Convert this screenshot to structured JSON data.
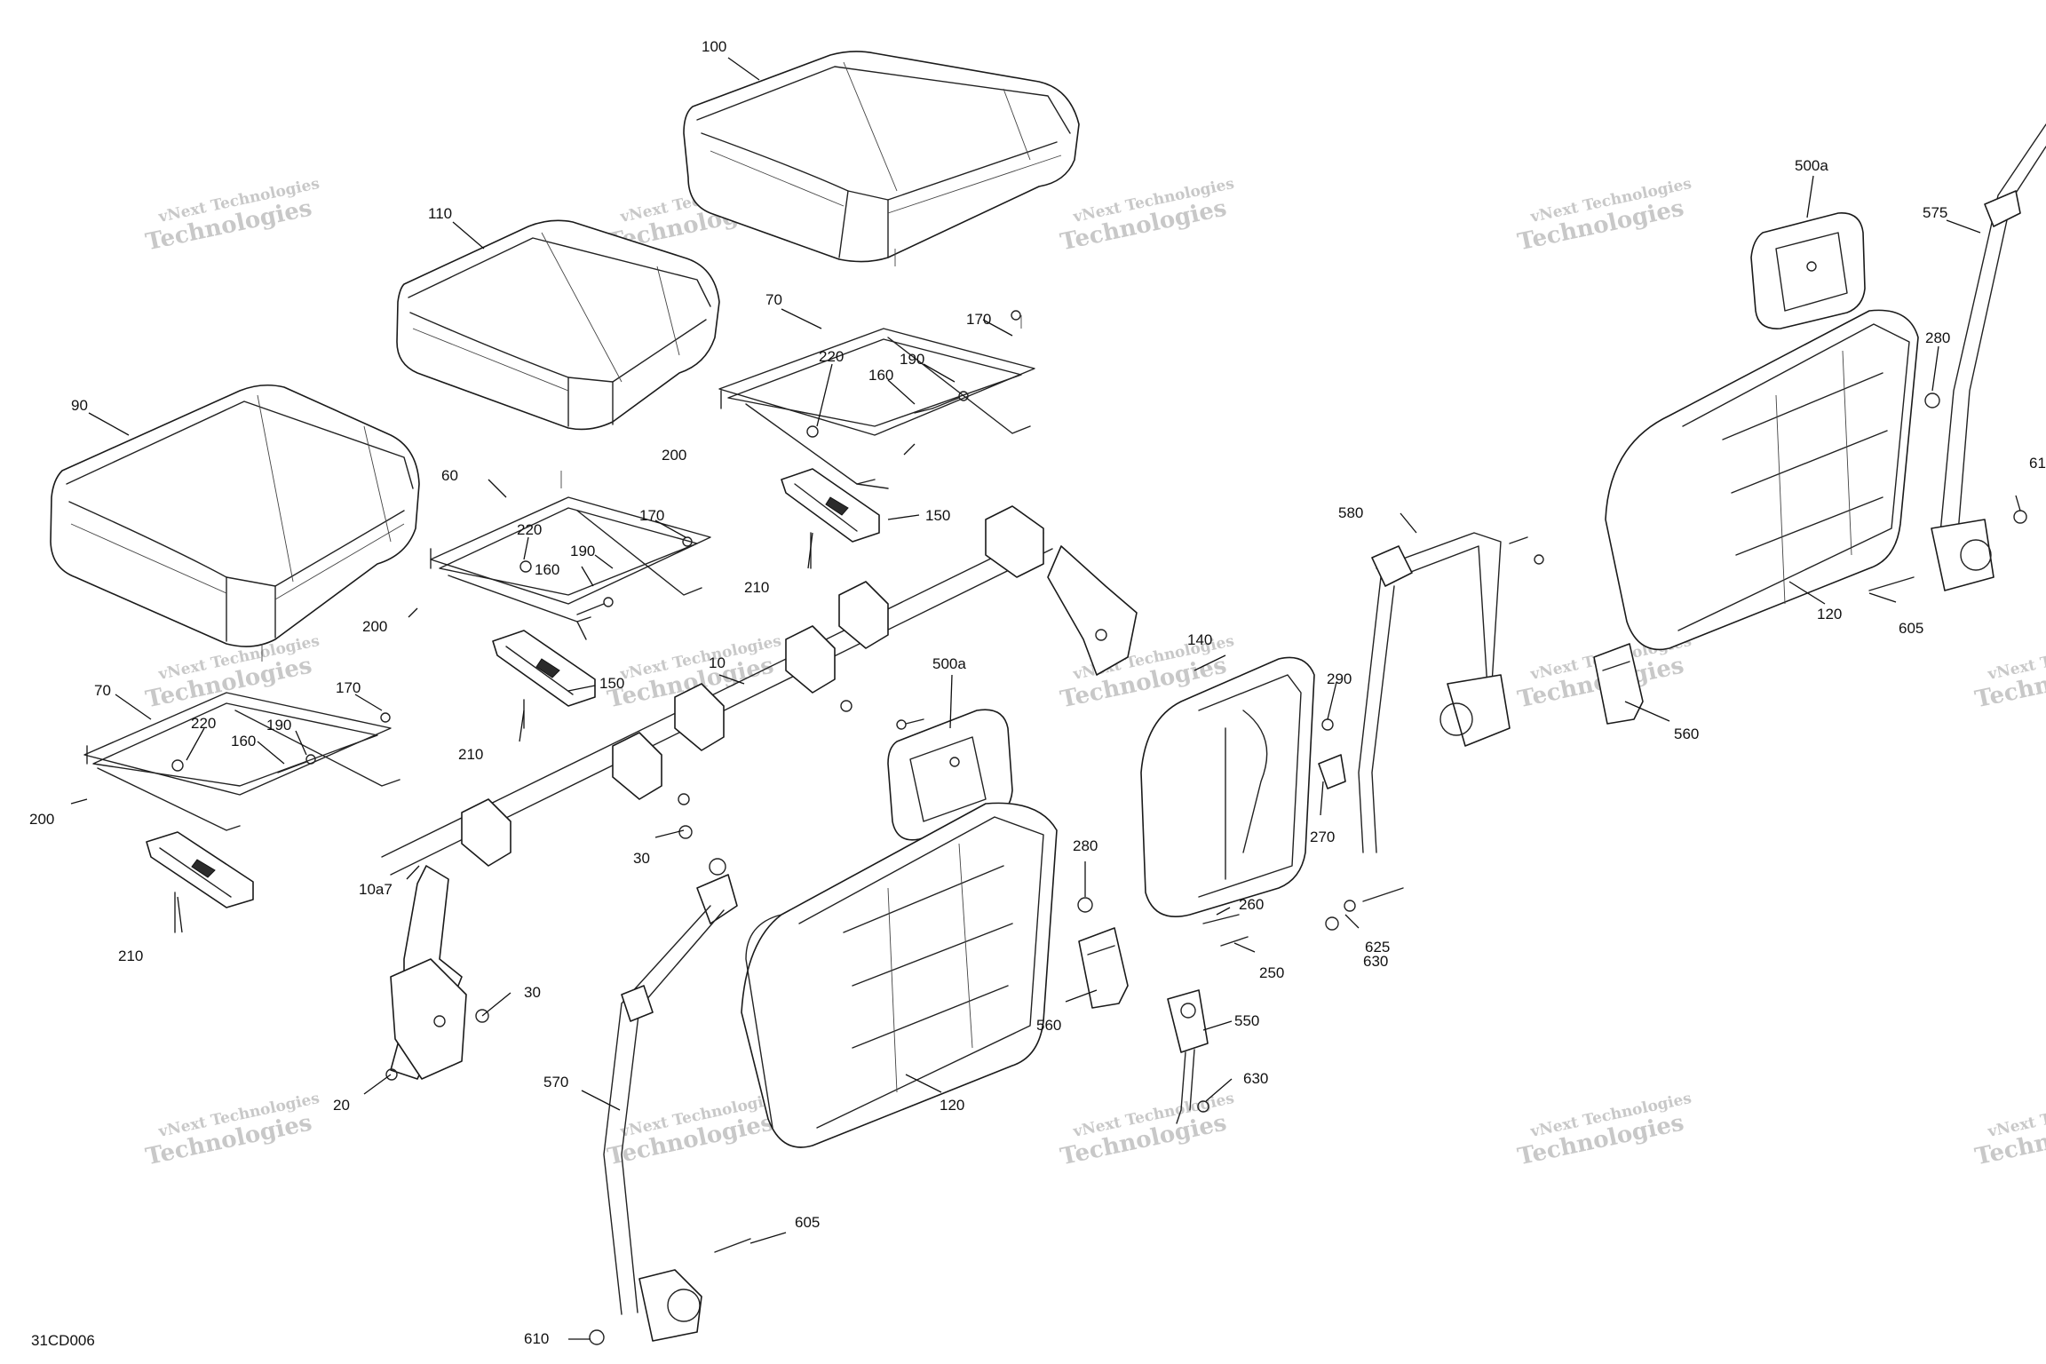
{
  "drawing": {
    "number": "31CD006",
    "watermark_line1": "vNext Technologies",
    "watermark_line2": "Technologies"
  },
  "callouts": {
    "c100": "100",
    "c110": "110",
    "c90": "90",
    "c70a": "70",
    "c70b": "70",
    "c60": "60",
    "c170a": "170",
    "c170b": "170",
    "c170c": "170",
    "c220a": "220",
    "c220b": "220",
    "c220c": "220",
    "c190a": "190",
    "c190b": "190",
    "c190c": "190",
    "c160a": "160",
    "c160b": "160",
    "c160c": "160",
    "c200a": "200",
    "c200b": "200",
    "c200c": "200",
    "c150a": "150",
    "c150b": "150",
    "c210a": "210",
    "c210b": "210",
    "c210c": "210",
    "c10": "10",
    "c10a7": "10a7",
    "c30a": "30",
    "c30b": "30",
    "c20": "20",
    "c500a1": "500a",
    "c500a2": "500a",
    "c280a": "280",
    "c280b": "280",
    "c120a": "120",
    "c120b": "120",
    "c560a": "560",
    "c560b": "560",
    "c550": "550",
    "c630a": "630",
    "c630b": "630",
    "c570": "570",
    "c605a": "605",
    "c605b": "605",
    "c610a": "610",
    "c610b": "61",
    "c140": "140",
    "c290": "290",
    "c270": "270",
    "c260": "260",
    "c250": "250",
    "c580": "580",
    "c625": "625",
    "c575": "575"
  }
}
